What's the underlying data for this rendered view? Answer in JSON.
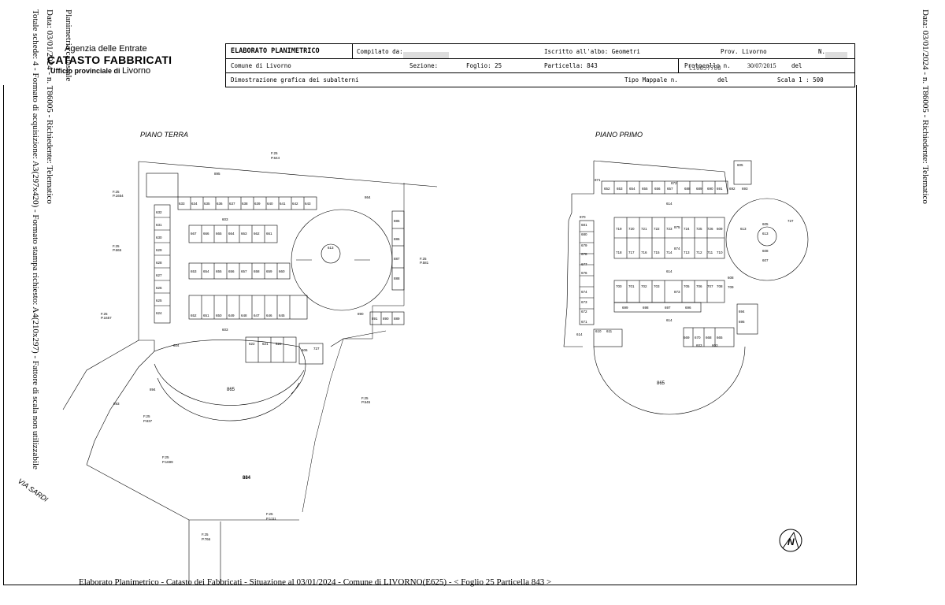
{
  "side_left": {
    "line1": "Planimetria catastale",
    "line2": "Data: 03/01/2024 - n. T86005 - Richiedente: Telematico",
    "line3": "Totale schede: 4 - Formato di acquisizione: A3(297x420) - Formato stampa richiesto: A4(210x297) - Fattore di scala non utilizzabile"
  },
  "side_right": "Data: 03/01/2024 - n. T86005 - Richiedente: Telematico",
  "agency": {
    "line1": "Agenzia delle Entrate",
    "line2": "CATASTO FABBRICATI",
    "line3": "Ufficio provinciale di",
    "city": "Livorno"
  },
  "header": {
    "title": "ELABORATO PLANIMETRICO",
    "compilato": "Compilato da:",
    "iscritto": "Iscritto all'albo: Geometri",
    "prov": "Prov. Livorno",
    "n": "N.",
    "comune": "Comune di Livorno",
    "sezione": "Sezione:",
    "foglio": "Foglio: 25",
    "particella": "Particella: 843",
    "protocollo": "Protocollo n.",
    "prot_num": "LI0057780",
    "prot_date": "30/07/2015",
    "del": "del",
    "dimostrazione": "Dimostrazione grafica dei subalterni",
    "tipo_mappale": "Tipo Mappale n.",
    "del2": "del",
    "scala": "Scala 1 : 500"
  },
  "plans": {
    "terra_label": "PIANO TERRA",
    "primo_label": "PIANO PRIMO",
    "via": "VIA SARDI",
    "big_label": "884",
    "plaza_terra": "865",
    "plaza_primo": "865",
    "north": "N"
  },
  "footer": "Elaborato Planimetrico - Catasto dei Fabbricati - Situazione al 03/01/2024 - Comune di LIVORNO(E625) - < Foglio 25 Particella 843 >"
}
